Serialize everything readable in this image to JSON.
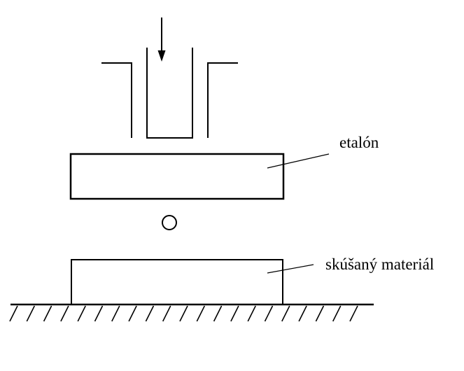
{
  "diagram": {
    "labels": {
      "etalon": "etalón",
      "tested_material": "skúšaný materiál"
    },
    "hatch_count": 21
  }
}
